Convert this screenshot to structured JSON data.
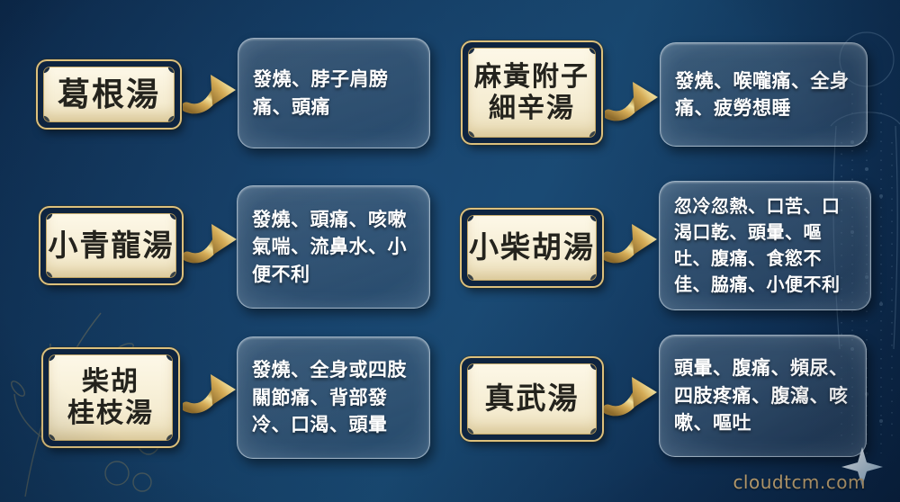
{
  "app": {
    "watermark": "cloudtcm.com"
  },
  "colors": {
    "background_navy": "#143d63",
    "plaque_cream": "#f5ecd1",
    "plaque_border_gold": "#dcc07c",
    "arrow_gold": "#d4ab56",
    "symptom_text": "#ffffff",
    "formula_text": "#24231d",
    "watermark_gold": "#c8a873"
  },
  "icons": {
    "arrow": "curved-gold-arrow",
    "sparkle": "four-point-star",
    "plant_art": "herbal-botanical-line-art",
    "figure_art": "acupuncture-meridian-figure"
  },
  "cards": [
    {
      "name": "葛根湯",
      "name_line1": "葛根湯",
      "name_line2": "",
      "symptoms": "發燒、脖子肩膀痛、頭痛"
    },
    {
      "name": "麻黃附子細辛湯",
      "name_line1": "麻黃附子",
      "name_line2": "細辛湯",
      "symptoms": "發燒、喉嚨痛、全身痛、疲勞想睡"
    },
    {
      "name": "小青龍湯",
      "name_line1": "小青龍湯",
      "name_line2": "",
      "symptoms": "發燒、頭痛、咳嗽氣喘、流鼻水、小便不利"
    },
    {
      "name": "小柴胡湯",
      "name_line1": "小柴胡湯",
      "name_line2": "",
      "symptoms": "忽冷忽熱、口苦、口渴口乾、頭暈、嘔吐、腹痛、食慾不佳、脇痛、小便不利"
    },
    {
      "name": "柴胡桂枝湯",
      "name_line1": "柴胡",
      "name_line2": "桂枝湯",
      "symptoms": "發燒、全身或四肢關節痛、背部發冷、口渴、頭暈"
    },
    {
      "name": "真武湯",
      "name_line1": "真武湯",
      "name_line2": "",
      "symptoms": "頭暈、腹痛、頻尿、四肢疼痛、腹瀉、咳嗽、嘔吐"
    }
  ]
}
